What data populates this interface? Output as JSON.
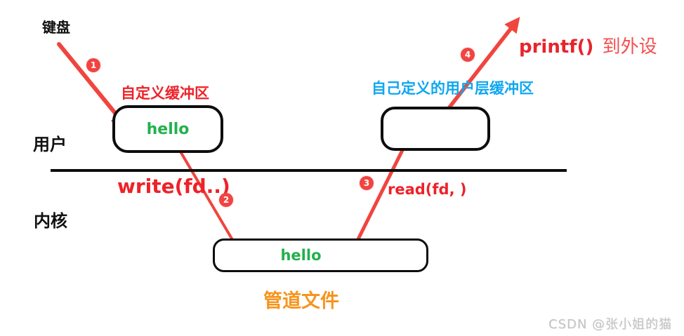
{
  "diagram": {
    "keyboard_label": "键盘",
    "user_label": "用户",
    "kernel_label": "内核",
    "buffer1_label": "自定义缓冲区",
    "buffer1_content": "hello",
    "write_label": "write(fd..)",
    "pipe_label": "管道文件",
    "pipe_content": "hello",
    "read_label": "read(fd, )",
    "buffer2_label": "自己定义的用户层缓冲区",
    "printf_label": "printf()",
    "printf_suffix": "到外设",
    "steps": [
      "1",
      "2",
      "3",
      "4"
    ]
  },
  "colors": {
    "text_red": "#ee2228",
    "arrow_red": "#f0453e",
    "badge_red": "#f14441",
    "green": "#22b14c",
    "blue": "#0fa7f0",
    "orange": "#f7941d",
    "line_black": "#0d0d0d",
    "watermark_gray": "#c3c3c3"
  },
  "watermark": "CSDN @张小姐的猫"
}
